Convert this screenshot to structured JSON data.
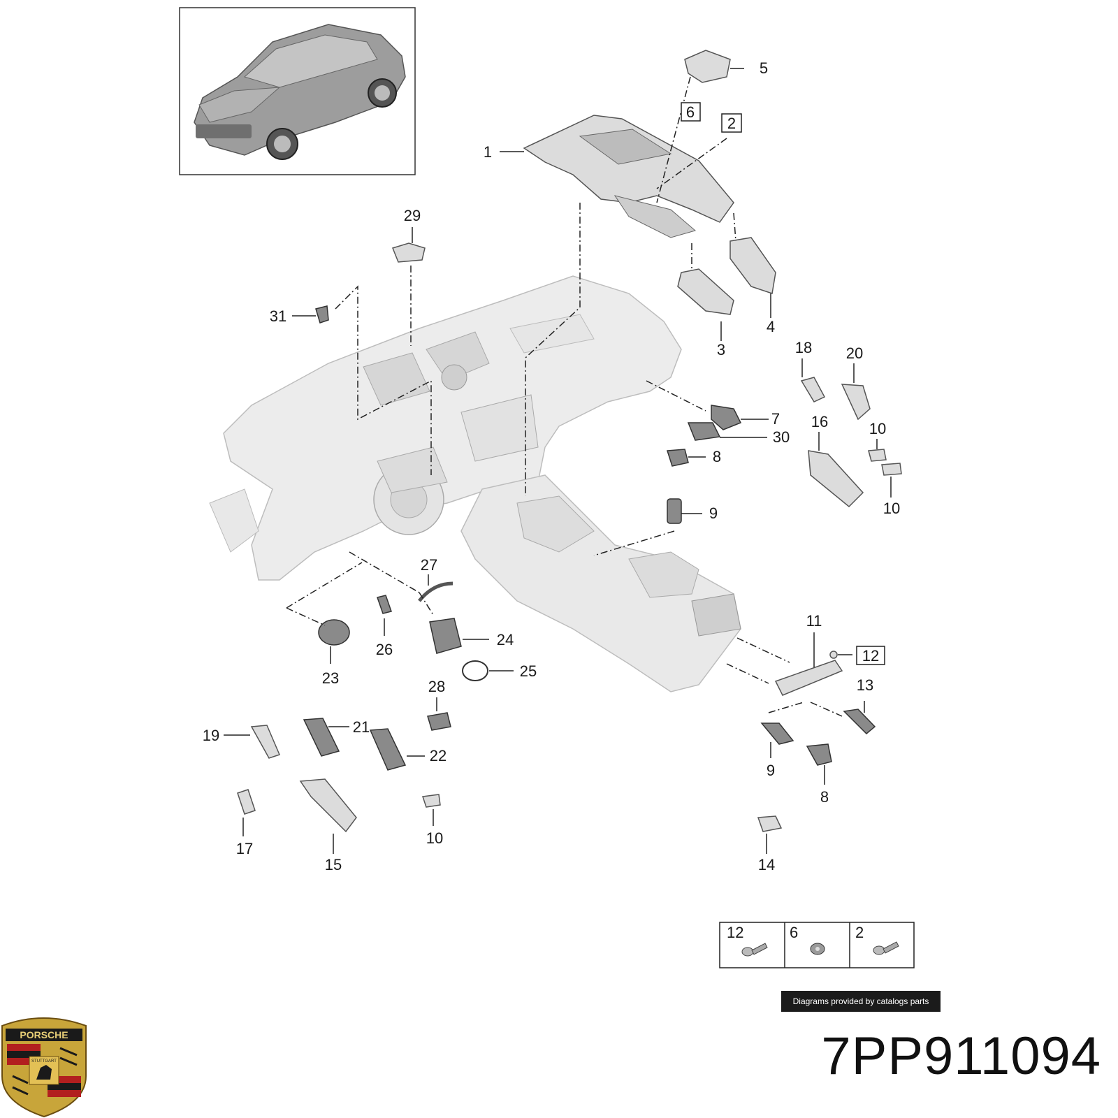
{
  "callouts": [
    "1",
    "2",
    "3",
    "4",
    "5",
    "6",
    "7",
    "8",
    "9",
    "10",
    "11",
    "12",
    "13",
    "14",
    "15",
    "16",
    "17",
    "18",
    "19",
    "20",
    "21",
    "22",
    "23",
    "24",
    "25",
    "26",
    "27",
    "28",
    "29",
    "30",
    "31"
  ],
  "labels": {
    "l1": "1",
    "l2": "2",
    "l3": "3",
    "l4": "4",
    "l5": "5",
    "l6": "6",
    "l7": "7",
    "l8a": "8",
    "l8b": "8",
    "l9a": "9",
    "l9b": "9",
    "l10a": "10",
    "l10b": "10",
    "l10c": "10",
    "l11": "11",
    "l12": "12",
    "l13": "13",
    "l14": "14",
    "l15": "15",
    "l16": "16",
    "l17": "17",
    "l18": "18",
    "l19": "19",
    "l20": "20",
    "l21": "21",
    "l22": "22",
    "l23": "23",
    "l24": "24",
    "l25": "25",
    "l26": "26",
    "l27": "27",
    "l28": "28",
    "l29": "29",
    "l30": "30",
    "l31": "31"
  },
  "fastener_legend": {
    "items": [
      "12",
      "6",
      "2"
    ]
  },
  "footer": {
    "credit": "Diagrams provided by catalogs parts"
  },
  "part_number": "7PP911094",
  "logo": {
    "text": "PORSCHE",
    "subtext": "STUTTGART"
  },
  "icons": [
    "car-thumbnail-icon",
    "porsche-crest-icon"
  ]
}
